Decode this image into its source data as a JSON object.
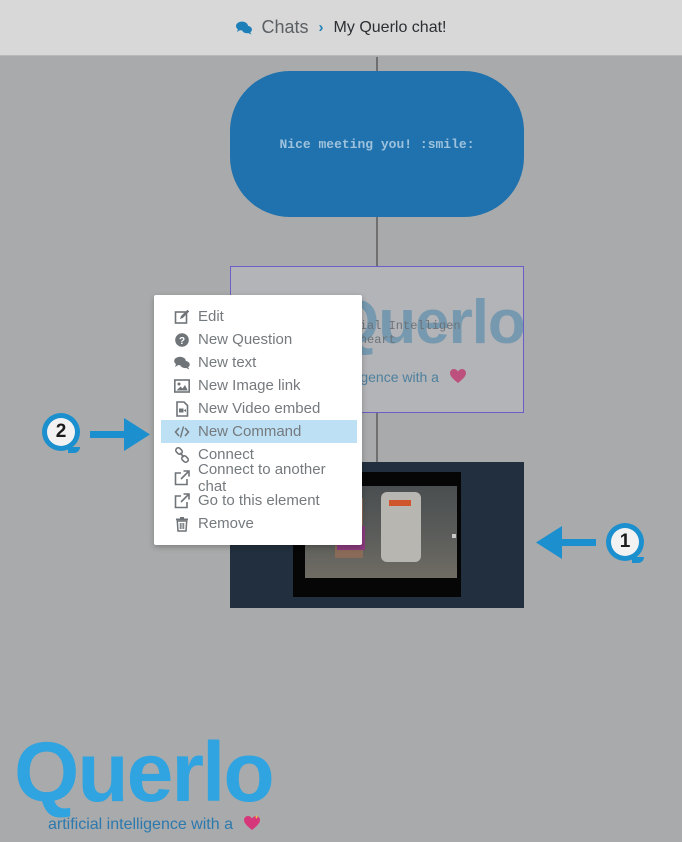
{
  "breadcrumb": {
    "root_label": "Chats",
    "current_label": "My Querlo chat!"
  },
  "nodes": {
    "text_node": {
      "text": "Nice meeting you! :smile:"
    },
    "image_node": {
      "logo_text": "Querlo",
      "caption_line1": "ificial Intelligen",
      "caption_line2": "h a heart",
      "tagline": "lligence with a"
    }
  },
  "context_menu": {
    "items": [
      {
        "label": "Edit",
        "icon": "edit-icon"
      },
      {
        "label": "New Question",
        "icon": "question-circle-icon"
      },
      {
        "label": "New text",
        "icon": "comments-icon"
      },
      {
        "label": "New Image link",
        "icon": "image-icon"
      },
      {
        "label": "New Video embed",
        "icon": "video-file-icon"
      },
      {
        "label": "New Command",
        "icon": "code-icon"
      },
      {
        "label": "Connect",
        "icon": "link-icon"
      },
      {
        "label": "Connect to another chat",
        "icon": "external-link-icon"
      },
      {
        "label": "Go to this element",
        "icon": "external-link-icon"
      },
      {
        "label": "Remove",
        "icon": "trash-icon"
      }
    ],
    "active_index": 5
  },
  "annotations": {
    "badge_1": "1",
    "badge_2": "2"
  },
  "footer_logo": {
    "word": "Querlo",
    "tagline": "artificial intelligence with a"
  },
  "colors": {
    "accent": "#1c8fcf",
    "node_blue": "#1f72ad",
    "menu_highlight": "#bde0f5",
    "overlay": "#a9aaab"
  }
}
